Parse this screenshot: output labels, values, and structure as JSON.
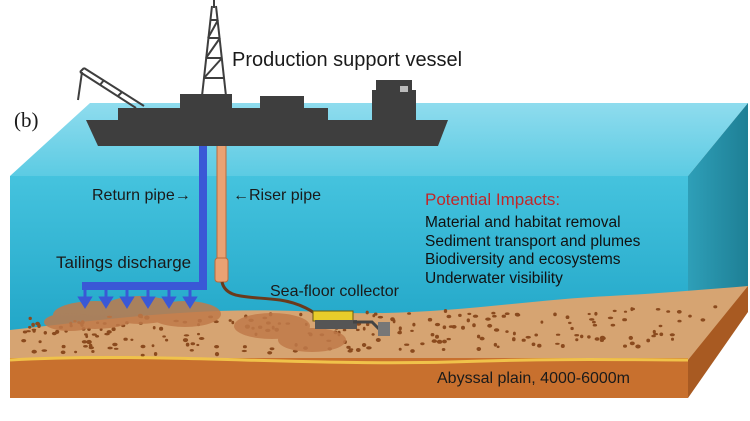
{
  "figure": {
    "panel_label": "(b)",
    "vessel_label": "Production support vessel",
    "return_pipe_label": "Return pipe→",
    "riser_pipe_label": "←Riser pipe",
    "tailings_label": "Tailings discharge",
    "collector_label": "Sea-floor collector",
    "impacts": {
      "heading": "Potential Impacts:",
      "items": [
        "Material and habitat removal",
        "Sediment transport and plumes",
        "Biodiversity and ecosystems",
        "Underwater visibility"
      ]
    },
    "seafloor_label": "Abyssal plain, 4000-6000m"
  },
  "colors": {
    "water_top": "#7fd6ea",
    "water_front": "#2cb4d2",
    "seabed": "#d9a872",
    "seabed_front": "#c9702c",
    "return_pipe": "#3a58d6",
    "riser_pipe": "#e9a070",
    "vessel": "#3e3e3e",
    "impacts_heading": "#c0282a",
    "collector": "#e8cc2a"
  },
  "icons": [
    "ship-icon",
    "derrick-icon",
    "crane-icon",
    "collector-icon",
    "discharge-arrow-icon"
  ]
}
